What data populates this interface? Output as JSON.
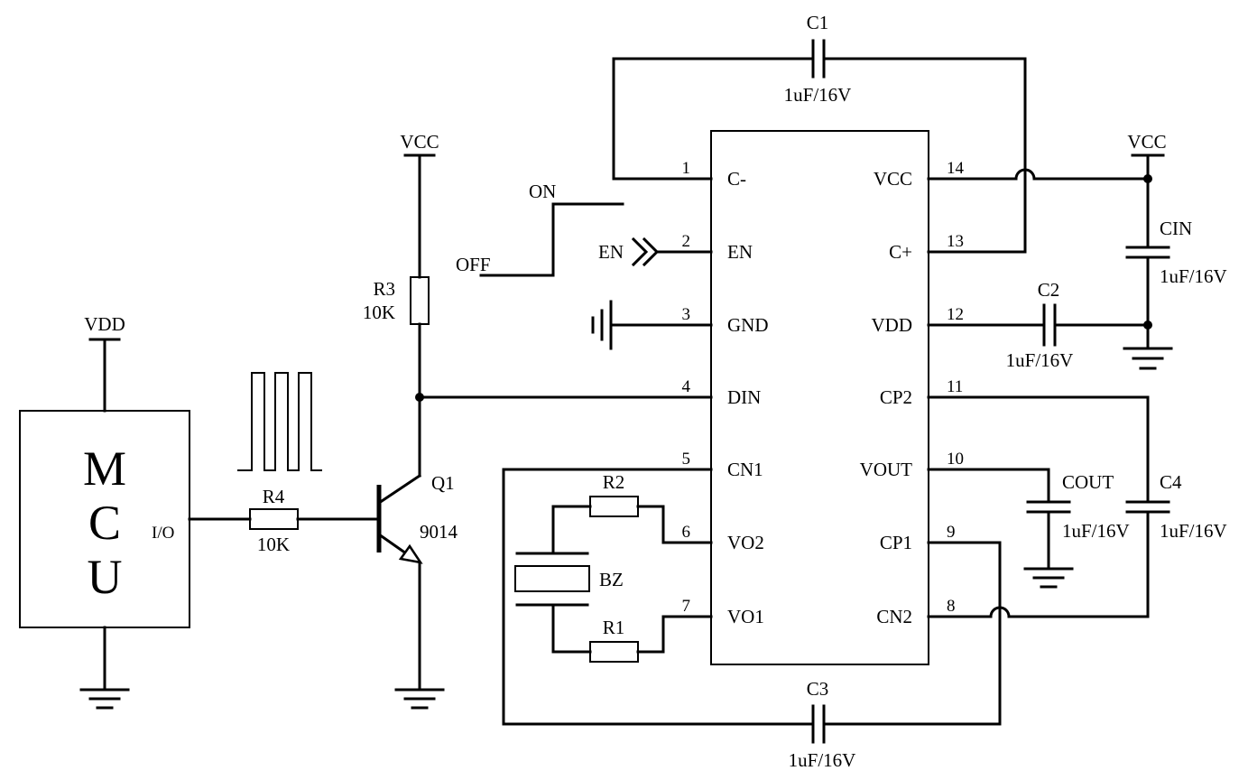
{
  "mcu": {
    "letters": [
      "M",
      "C",
      "U"
    ],
    "io_label": "I/O",
    "supply": "VDD"
  },
  "r4": {
    "ref": "R4",
    "value": "10K"
  },
  "r3": {
    "ref": "R3",
    "value": "10K",
    "supply": "VCC"
  },
  "q1": {
    "ref": "Q1",
    "part": "9014"
  },
  "switch": {
    "on": "ON",
    "off": "OFF"
  },
  "en_port": "EN",
  "ic": {
    "left_pins": [
      {
        "num": "1",
        "name": "C-"
      },
      {
        "num": "2",
        "name": "EN"
      },
      {
        "num": "3",
        "name": "GND"
      },
      {
        "num": "4",
        "name": "DIN"
      },
      {
        "num": "5",
        "name": "CN1"
      },
      {
        "num": "6",
        "name": "VO2"
      },
      {
        "num": "7",
        "name": "VO1"
      }
    ],
    "right_pins": [
      {
        "num": "14",
        "name": "VCC"
      },
      {
        "num": "13",
        "name": "C+"
      },
      {
        "num": "12",
        "name": "VDD"
      },
      {
        "num": "11",
        "name": "CP2"
      },
      {
        "num": "10",
        "name": "VOUT"
      },
      {
        "num": "9",
        "name": "CP1"
      },
      {
        "num": "8",
        "name": "CN2"
      }
    ]
  },
  "c1": {
    "ref": "C1",
    "value": "1uF/16V"
  },
  "c2": {
    "ref": "C2",
    "value": "1uF/16V"
  },
  "c3": {
    "ref": "C3",
    "value": "1uF/16V"
  },
  "c4": {
    "ref": "C4",
    "value": "1uF/16V"
  },
  "cin": {
    "ref": "CIN",
    "value": "1uF/16V",
    "supply": "VCC"
  },
  "cout": {
    "ref": "COUT",
    "value": "1uF/16V"
  },
  "r1": {
    "ref": "R1"
  },
  "r2": {
    "ref": "R2"
  },
  "bz": {
    "ref": "BZ"
  }
}
